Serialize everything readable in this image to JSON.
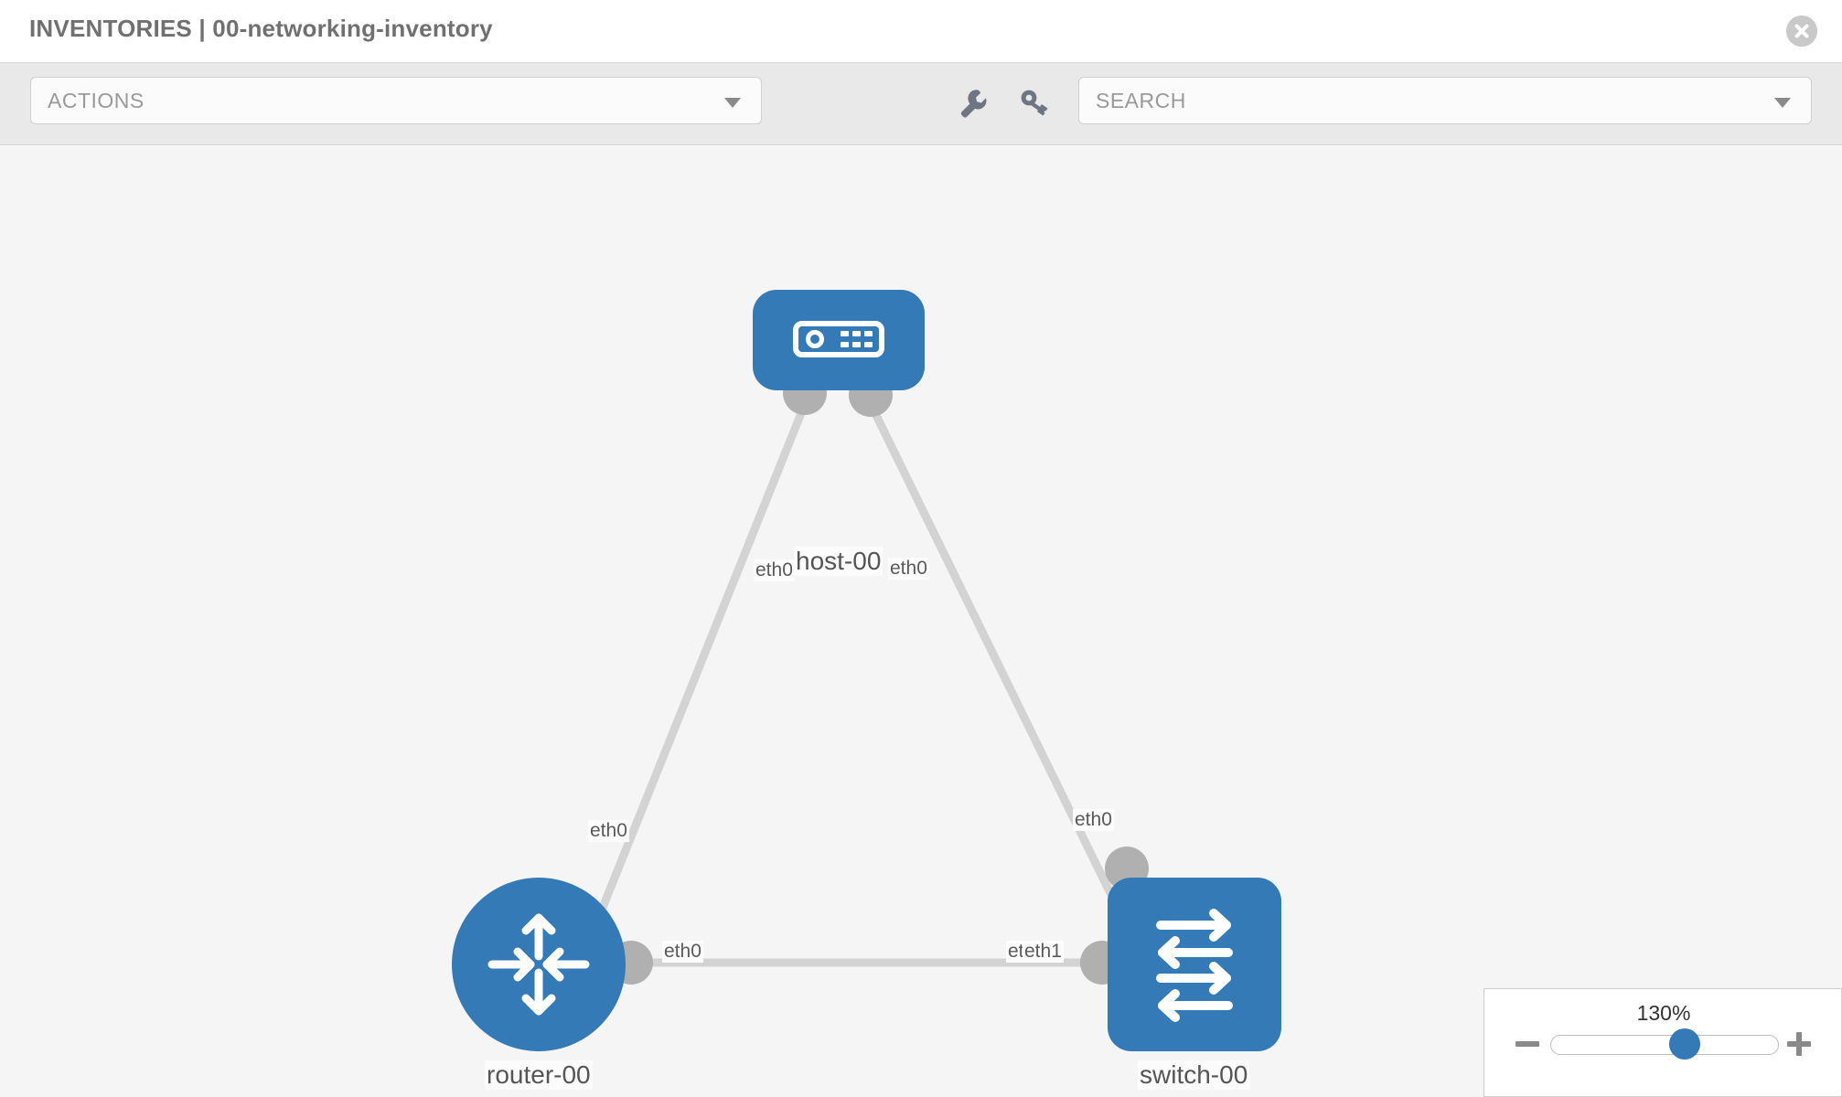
{
  "header": {
    "title": "INVENTORIES | 00-networking-inventory",
    "close_icon": "close-circle-icon"
  },
  "toolbar": {
    "actions_label": "ACTIONS",
    "actions_caret_icon": "chevron-down-icon",
    "wrench_icon": "wrench-icon",
    "key_icon": "key-icon",
    "search_placeholder": "SEARCH",
    "search_value": "",
    "search_caret_icon": "chevron-down-icon"
  },
  "topology": {
    "nodes": [
      {
        "id": "host-00",
        "label": "host-00",
        "type": "host",
        "icon": "server-icon",
        "shape": "rounded-rect",
        "color": "#337ab7",
        "ports": [
          "eth0",
          "eth0"
        ]
      },
      {
        "id": "router-00",
        "label": "router-00",
        "type": "router",
        "icon": "router-arrows-icon",
        "shape": "circle",
        "color": "#337ab7",
        "ports": [
          "eth0",
          "eth0"
        ]
      },
      {
        "id": "switch-00",
        "label": "switch-00",
        "type": "switch",
        "icon": "switch-arrows-icon",
        "shape": "rounded-square",
        "color": "#337ab7",
        "ports": [
          "eth0",
          "eth0",
          "eth1"
        ]
      }
    ],
    "links": [
      {
        "from": "host-00",
        "from_port": "eth0",
        "to": "router-00",
        "to_port": "eth0"
      },
      {
        "from": "host-00",
        "from_port": "eth0",
        "to": "switch-00",
        "to_port": "eth0"
      },
      {
        "from": "router-00",
        "from_port": "eth0",
        "to": "switch-00",
        "to_port": "eth1"
      }
    ],
    "port_labels": {
      "host_left": "eth0",
      "host_right": "eth0",
      "router_up": "eth0",
      "switch_up": "eth0",
      "router_right": "eth0",
      "switch_left_under": "eth0",
      "switch_left_over": "eth1"
    },
    "colors": {
      "node": "#337ab7",
      "link": "#d3d3d3",
      "port": "#b0b0b0",
      "canvas": "#f5f5f5"
    }
  },
  "zoom_control": {
    "value": "130%",
    "minus_icon": "minus-icon",
    "plus_icon": "plus-icon",
    "slider_position_percent": 60
  }
}
